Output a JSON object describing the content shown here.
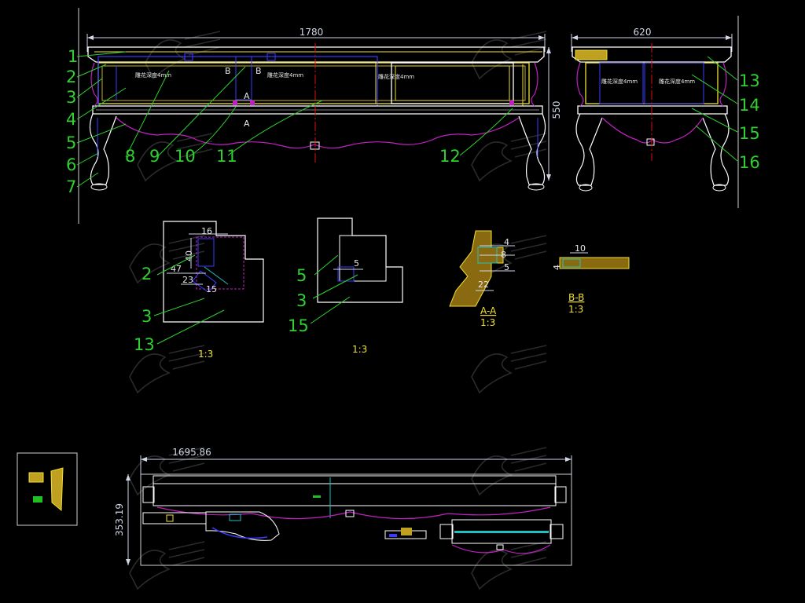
{
  "drawing": {
    "front_view": {
      "overall_length": "1780",
      "height": "550",
      "carving_depth_notes": [
        "雕花深度4mm",
        "雕花深度4mm",
        "雕花深度4mm"
      ],
      "section_marks": [
        "B",
        "B",
        "A",
        "A"
      ],
      "callouts_left": [
        "1",
        "2",
        "3",
        "4",
        "5",
        "6",
        "7"
      ],
      "callouts_bottom": [
        "8",
        "9",
        "10",
        "11",
        "12"
      ]
    },
    "side_view": {
      "overall_width": "620",
      "carving_depth_notes": [
        "雕花深度4mm",
        "雕花深度4mm"
      ],
      "callouts": [
        "13",
        "14",
        "15",
        "16"
      ]
    },
    "detail_1": {
      "dims": [
        "16",
        "40",
        "47",
        "23",
        "15"
      ],
      "callouts": [
        "2",
        "3",
        "13"
      ],
      "scale": "1:3"
    },
    "detail_2": {
      "dims": [
        "5"
      ],
      "callouts": [
        "5",
        "3",
        "15"
      ],
      "scale": "1:3"
    },
    "section_a": {
      "dims": [
        "4",
        "8",
        "5",
        "22"
      ],
      "title": "A-A",
      "scale": "1:3"
    },
    "section_b": {
      "dims": [
        "10",
        "4"
      ],
      "title": "B-B",
      "scale": "1:3"
    },
    "plan_view": {
      "length": "1695.86",
      "width": "353.19"
    }
  },
  "colors": {
    "background": "#000000",
    "outline": "#ffffff",
    "yellow": "#f0e030",
    "blue": "#3b3bff",
    "magenta": "#c020c0",
    "red": "#e01010",
    "green": "#2fd02f",
    "cyan": "#20c0c0",
    "dimension": "#cfd6e6"
  },
  "watermark_icon": "stylised-logo-watermark"
}
